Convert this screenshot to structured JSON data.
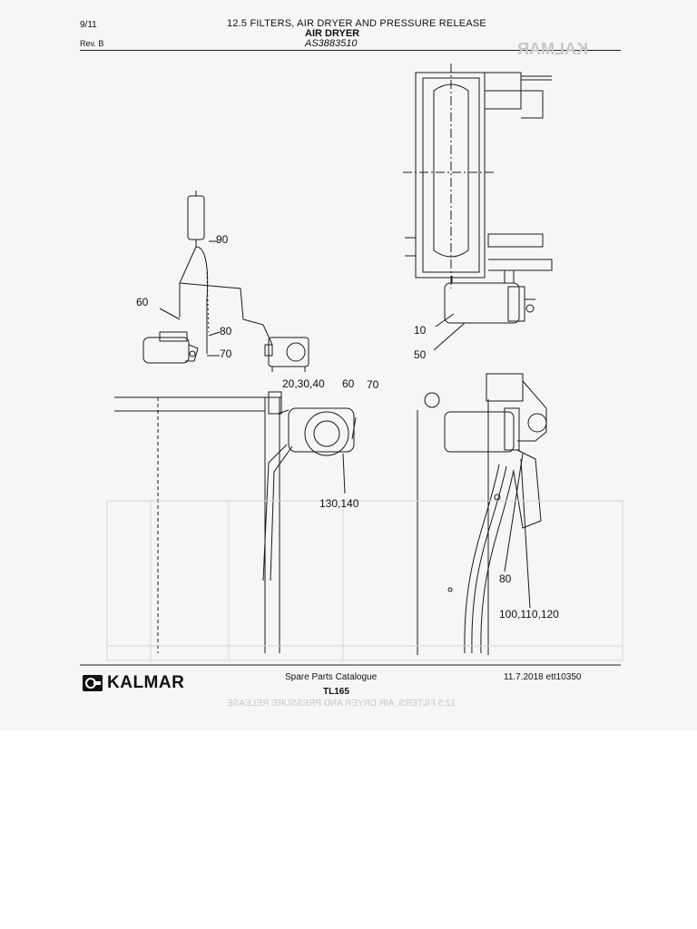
{
  "header": {
    "page": "9/11",
    "rev": "Rev. B",
    "section_title": "12.5 FILTERS, AIR DRYER AND PRESSURE RELEASE",
    "subtitle": "AIR DRYER",
    "part_code": "AS3883510"
  },
  "callouts": {
    "c90": "90",
    "c60_left": "60",
    "c80_left": "80",
    "c70_left": "70",
    "c10": "10",
    "c50": "50",
    "c20_30_40": "20,30,40",
    "c60_mid": "60",
    "c70_mid": "70",
    "c130_140": "130,140",
    "c80_right": "80",
    "c100_110_120": "100,110,120"
  },
  "footer": {
    "brand": "KALMAR",
    "catalogue": "Spare Parts Catalogue",
    "model": "TL165",
    "date_ref": "11.7.2018 ett10350"
  },
  "ghost_text": {
    "top_right": "KALMAR",
    "bottom": "12.5 FILTERS, AIR DRYER AND PRESSURE RELEASE"
  },
  "colors": {
    "paper": "#f6f6f6",
    "ink": "#111111",
    "bleed": "#c7c7c7"
  }
}
